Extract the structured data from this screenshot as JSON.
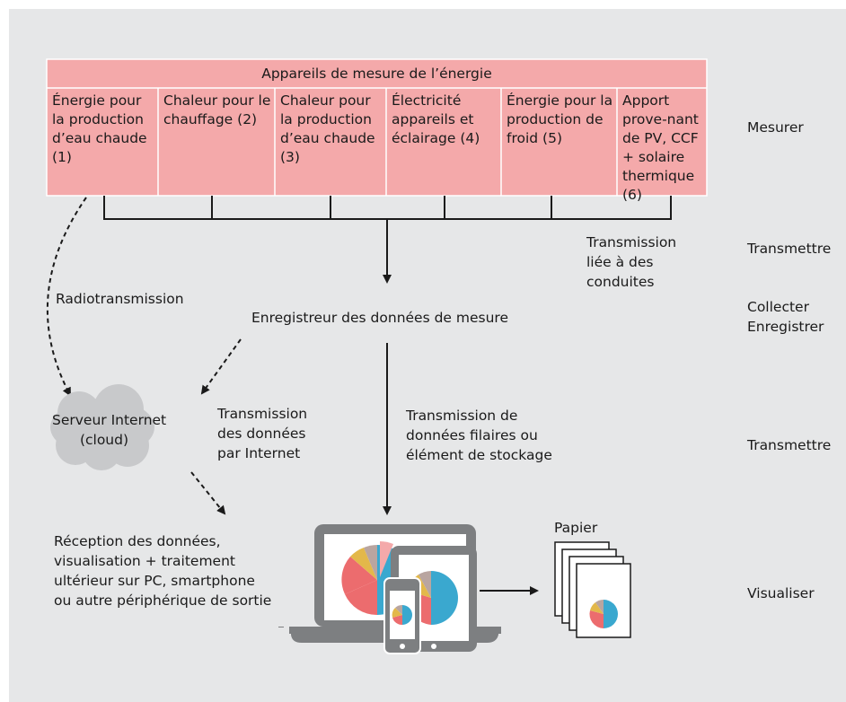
{
  "header": {
    "title": "Appareils de mesure de l’énergie"
  },
  "meters": [
    {
      "label": "Énergie pour la production d’eau chaude (1)"
    },
    {
      "label": "Chaleur pour le chauffage (2)"
    },
    {
      "label": "Chaleur pour la production d’eau chaude (3)"
    },
    {
      "label": "Électricité appareils et éclairage (4)"
    },
    {
      "label": "Énergie pour la production de froid (5)"
    },
    {
      "label": "Apport prove-nant de PV, CCF + solaire thermique (6)"
    }
  ],
  "stages": {
    "mesurer": "Mesurer",
    "transmettre1": "Transmettre",
    "collecter": "Collecter",
    "enregistrer": "Enregistrer",
    "transmettre2": "Transmettre",
    "visualiser": "Visualiser"
  },
  "labels": {
    "transmission_conduites_1": "Transmission",
    "transmission_conduites_2": "liée à des",
    "transmission_conduites_3": "conduites",
    "radiotransmission": "Radiotransmission",
    "enregistreur": "Enregistreur des données de mesure",
    "serveur_1": "Serveur Internet",
    "serveur_2": "(cloud)",
    "transmission_internet_1": "Transmission",
    "transmission_internet_2": "des données",
    "transmission_internet_3": "par Internet",
    "transmission_filaire_1": "Transmission de",
    "transmission_filaire_2": "données filaires ou",
    "transmission_filaire_3": "élément de stockage",
    "reception_1": "Réception des données,",
    "reception_2": "visualisation + traitement",
    "reception_3": "ultérieur sur PC, smartphone",
    "reception_4": "ou autre périphérique de sortie",
    "papier": "Papier"
  },
  "colors": {
    "background": "#e6e7e8",
    "meter_fill": "#f4a9aa",
    "meter_border": "#ffffff",
    "cloud": "#c8c9cb",
    "device": "#7d7f81",
    "pie_blue": "#3aa8cf",
    "pie_red": "#ec6c6e",
    "pie_yellow": "#e3b84a",
    "pie_pink": "#f4a9aa",
    "pie_gray": "#b9a5a0"
  }
}
